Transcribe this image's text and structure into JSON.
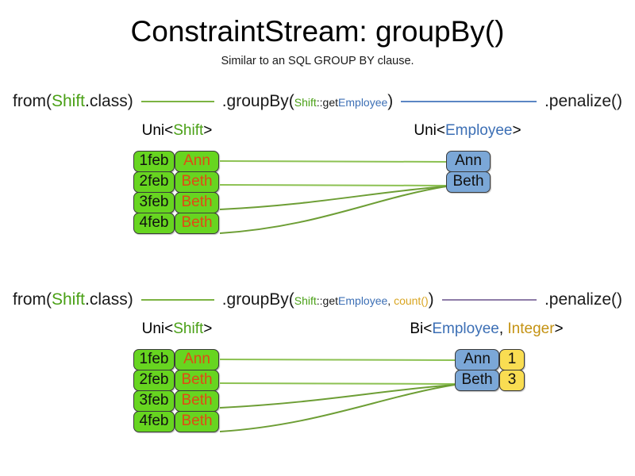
{
  "header": {
    "title": "ConstraintStream: groupBy()",
    "subtitle": "Similar to an SQL GROUP BY clause."
  },
  "colors": {
    "green_fact": "#67d520",
    "green_class": "#4aa016",
    "blue_fact": "#7ba7d7",
    "blue_type": "#3c6fb5",
    "yellow_fact": "#f9dd52",
    "gold_type": "#c49212",
    "orange_text": "#e04a16",
    "line_green": "#7cb342",
    "line_blue": "#5b86c4",
    "line_purple": "#8e7ca8",
    "background": "#ffffff"
  },
  "example1": {
    "pipeline": {
      "from_prefix": "from(",
      "from_class": "Shift",
      "from_suffix": ".class)",
      "groupby_prefix": ".groupBy(",
      "lambda_class": "Shift",
      "lambda_method": "::get",
      "lambda_property": "Employee",
      "groupby_suffix": ")",
      "terminal": ".penalize()"
    },
    "left_type": {
      "prefix": "Uni<",
      "param": "Shift",
      "suffix": ">"
    },
    "right_type": {
      "prefix": "Uni<",
      "param": "Employee",
      "suffix": ">"
    },
    "facts": [
      {
        "date": "1feb",
        "name": "Ann"
      },
      {
        "date": "2feb",
        "name": "Beth"
      },
      {
        "date": "3feb",
        "name": "Beth"
      },
      {
        "date": "4feb",
        "name": "Beth"
      }
    ],
    "groups": [
      {
        "employee": "Ann"
      },
      {
        "employee": "Beth"
      }
    ]
  },
  "example2": {
    "pipeline": {
      "from_prefix": "from(",
      "from_class": "Shift",
      "from_suffix": ".class)",
      "groupby_prefix": ".groupBy(",
      "lambda_class": "Shift",
      "lambda_method": "::get",
      "lambda_property": "Employee",
      "lambda_separator": ", ",
      "collector": "count()",
      "groupby_suffix": ")",
      "terminal": ".penalize()"
    },
    "left_type": {
      "prefix": "Uni<",
      "param": "Shift",
      "suffix": ">"
    },
    "right_type": {
      "prefix": "Bi<",
      "param1": "Employee",
      "separator": ", ",
      "param2": "Integer",
      "suffix": ">"
    },
    "facts": [
      {
        "date": "1feb",
        "name": "Ann"
      },
      {
        "date": "2feb",
        "name": "Beth"
      },
      {
        "date": "3feb",
        "name": "Beth"
      },
      {
        "date": "4feb",
        "name": "Beth"
      }
    ],
    "groups": [
      {
        "employee": "Ann",
        "count": "1"
      },
      {
        "employee": "Beth",
        "count": "3"
      }
    ]
  }
}
